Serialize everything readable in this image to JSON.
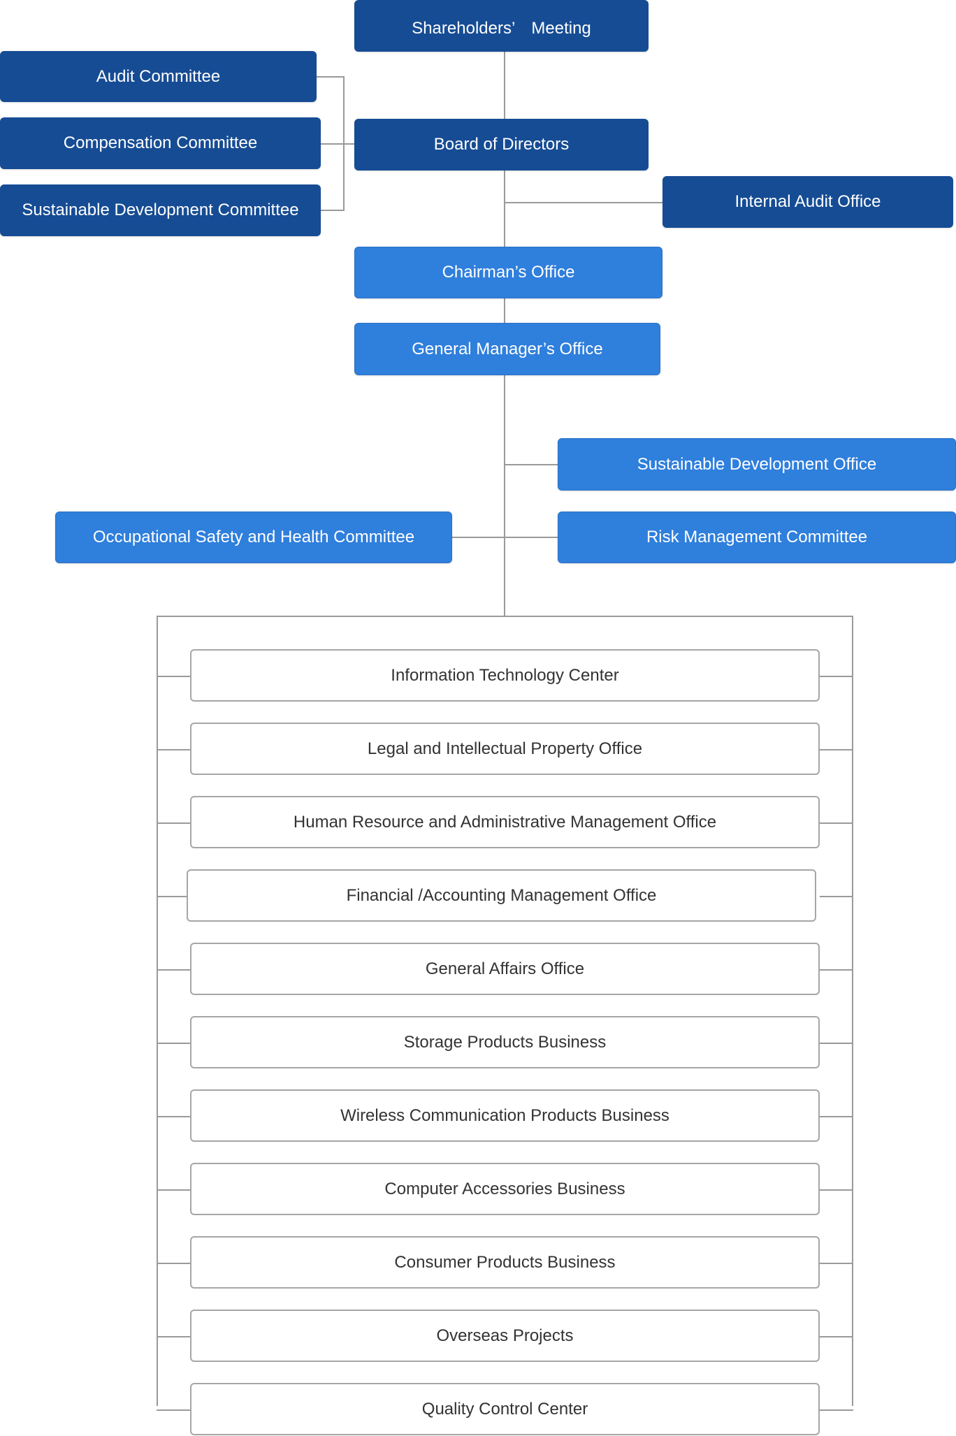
{
  "chart": {
    "shareholders": "Shareholders’　Meeting",
    "audit_committee": "Audit Committee",
    "board": "Board of Directors",
    "compensation_committee": "Compensation  Committee",
    "sustainable_dev_committee": "Sustainable Development Committee",
    "internal_audit": "Internal Audit Office",
    "chairman_office": "Chairman’s  Office",
    "gm_office": "General Manager’s  Office",
    "sustainable_dev_office": "Sustainable Development Office",
    "osh_committee": "Occupational Safety and Health Committee",
    "risk_committee": "Risk Management Committee",
    "departments": [
      "Information Technology Center",
      "Legal and Intellectual Property Office",
      "Human Resource and Administrative Management Office",
      "Financial /Accounting Management Office",
      "General Affairs Office",
      "Storage Products Business",
      "Wireless Communication Products Business",
      "Computer Accessories Business",
      "Consumer Products Business",
      "Overseas Projects",
      "Quality Control Center"
    ]
  },
  "colors": {
    "dark_blue": "#164c94",
    "mid_blue": "#2f7fdc",
    "line_gray": "#9a9a9a",
    "department_text": "#333333"
  }
}
